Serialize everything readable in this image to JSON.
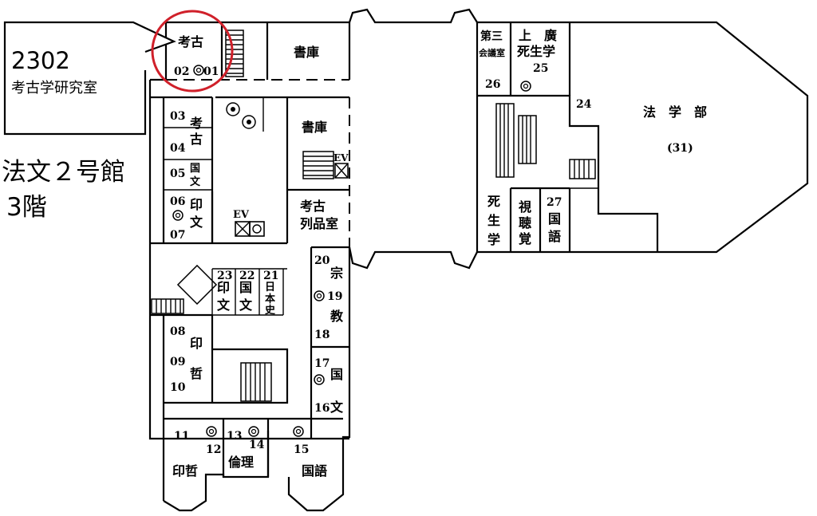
{
  "callout": {
    "room_number": "2302",
    "room_name": "考古学研究室"
  },
  "building": {
    "name": "法文２号館",
    "floor": "3階"
  },
  "rooms": {
    "kouko_top": "考古",
    "shoko_top": "書庫",
    "shoko_mid": "書庫",
    "kouko_a": "考",
    "kouko_b": "古",
    "kokubun_small_a": "国",
    "kokubun_small_b": "文",
    "inbun_a": "印",
    "inbun_b": "文",
    "kouko_retsu_a": "考古",
    "kouko_retsu_b": "列品室",
    "ev": "EV",
    "ev2": "EV",
    "r23_a": "印",
    "r23_b": "文",
    "r22_a": "国",
    "r22_b": "文",
    "r21_a": "日",
    "r21_b": "本",
    "r21_c": "史",
    "shuukyou_a": "宗",
    "shuukyou_b": "教",
    "intetsu_a": "印",
    "intetsu_b": "哲",
    "kokubun_a": "国",
    "kokubun_b": "文",
    "intetsu_bottom": "印哲",
    "rinri": "倫理",
    "kokugo_bottom": "国語",
    "daisan_a": "第三",
    "daisan_b": "会議室",
    "ueno_a": "上　廣",
    "ueno_b": "死生学",
    "hougakubu": "法　学　部",
    "hougakubu_num": "(31)",
    "shisei_a": "死",
    "shisei_b": "生",
    "shisei_c": "学",
    "shichoukaku_a": "視",
    "shichoukaku_b": "聴",
    "shichoukaku_c": "覚",
    "kokugo_a": "国",
    "kokugo_b": "語"
  },
  "numbers": {
    "n01": "01",
    "n02": "02",
    "n03": "03",
    "n04": "04",
    "n05": "05",
    "n06": "06",
    "n07": "07",
    "n08": "08",
    "n09": "09",
    "n10": "10",
    "n11": "11",
    "n12": "12",
    "n13": "13",
    "n14": "14",
    "n15": "15",
    "n16": "16",
    "n17": "17",
    "n18": "18",
    "n19": "19",
    "n20": "20",
    "n21": "21",
    "n22": "22",
    "n23": "23",
    "n24": "24",
    "n25": "25",
    "n26": "26",
    "n27": "27"
  },
  "highlight": {
    "color": "#d0202a",
    "target": "考古 (02 / 01)"
  },
  "icons": [
    "stairs-icon",
    "elevator-icon",
    "toilet-icon",
    "phone-icon"
  ]
}
